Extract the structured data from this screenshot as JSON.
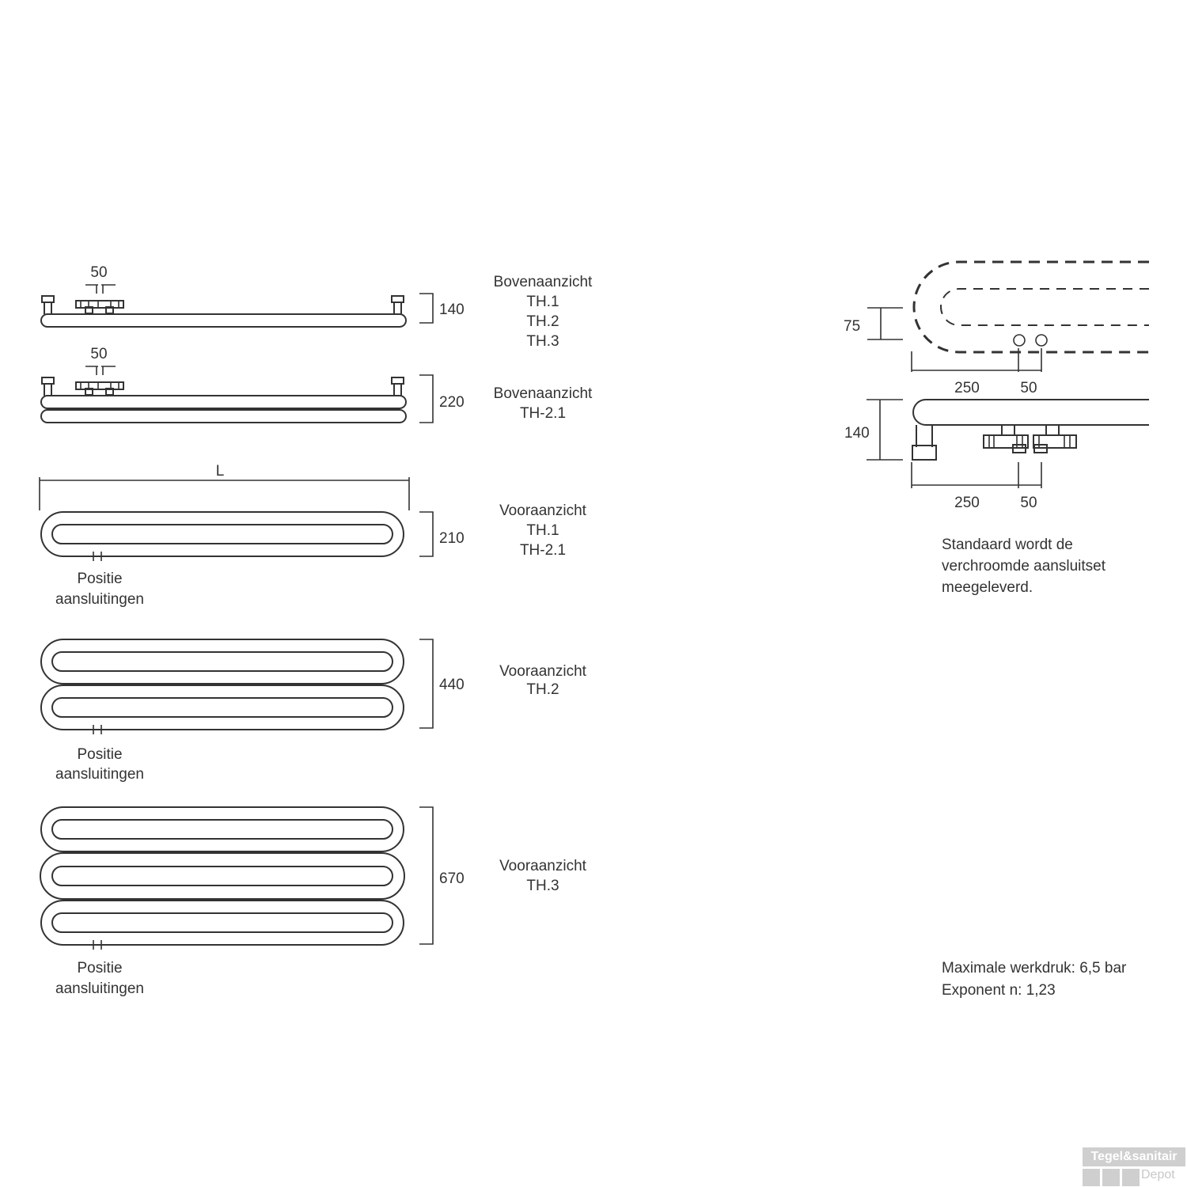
{
  "views": {
    "top1": {
      "title": "Bovenaanzicht",
      "models": [
        "TH.1",
        "TH.2",
        "TH.3"
      ],
      "dim_height": "140",
      "dim_spacing": "50"
    },
    "top2": {
      "title": "Bovenaanzicht",
      "models": [
        "TH-2.1"
      ],
      "dim_height": "220",
      "dim_spacing": "50"
    },
    "front1": {
      "title": "Vooraanzicht",
      "models": [
        "TH.1",
        "TH-2.1"
      ],
      "dim_height": "210",
      "dim_length": "L",
      "position_label_1": "Positie",
      "position_label_2": "aansluitingen"
    },
    "front2": {
      "title": "Vooraanzicht",
      "models": [
        "TH.2"
      ],
      "dim_height": "440",
      "position_label_1": "Positie",
      "position_label_2": "aansluitingen"
    },
    "front3": {
      "title": "Vooraanzicht",
      "models": [
        "TH.3"
      ],
      "dim_height": "670",
      "position_label_1": "Positie",
      "position_label_2": "aansluitingen"
    }
  },
  "detail": {
    "dim_75": "75",
    "dim_140": "140",
    "dim_250_top": "250",
    "dim_50_top": "50",
    "dim_250_bottom": "250",
    "dim_50_bottom": "50",
    "note_lines": [
      "Standaard wordt de",
      "verchroomde aansluitset",
      "meegeleverd."
    ]
  },
  "specs": [
    "Maximale werkdruk: 6,5 bar",
    "Exponent n: 1,23"
  ],
  "watermark": {
    "line1": "Tegel&sanitair",
    "line2": "Depot"
  }
}
